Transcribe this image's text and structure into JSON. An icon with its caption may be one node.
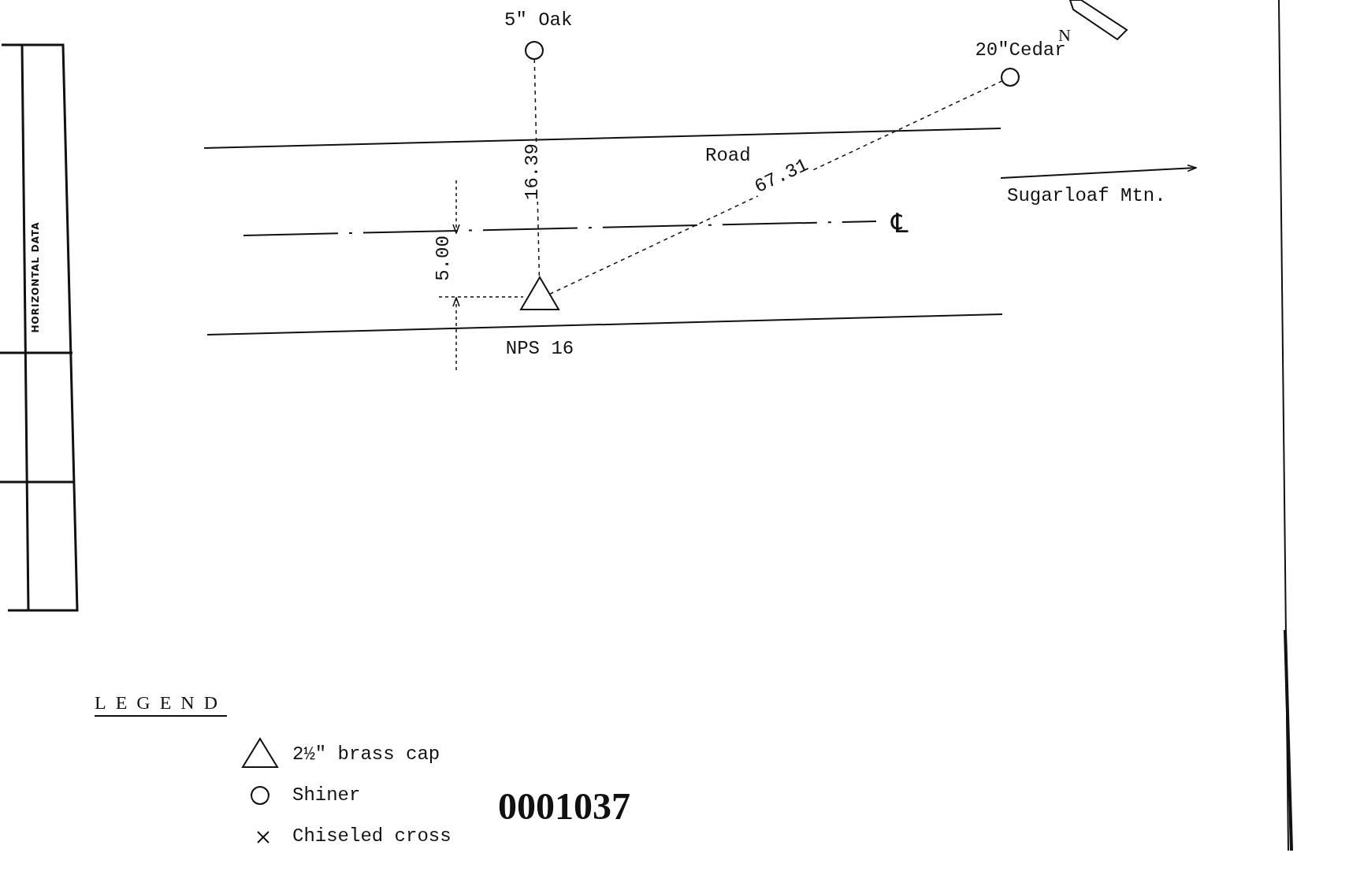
{
  "diagram": {
    "nodes": [
      {
        "text": [
          "5\" Oak"
        ]
      },
      {
        "text": [
          "20\"Cedar"
        ]
      },
      {
        "text": [
          "NPS 16"
        ]
      }
    ],
    "edges": [
      {
        "from": 0,
        "to": 2,
        "arrow": "none",
        "style": "dashed",
        "label": "16.39"
      },
      {
        "from": 1,
        "to": 2,
        "arrow": "none",
        "style": "dashed",
        "label": "67.31"
      }
    ],
    "labels": [
      "N",
      "Road",
      "Sugarloaf Mtn.",
      "℄",
      "5.00",
      "HORIZONTAL DATA",
      "LEGEND",
      "0001037"
    ],
    "legend": [
      {
        "text": "2½\" brass cap"
      },
      {
        "text": "Shiner"
      },
      {
        "text": "Chiseled cross"
      }
    ]
  }
}
